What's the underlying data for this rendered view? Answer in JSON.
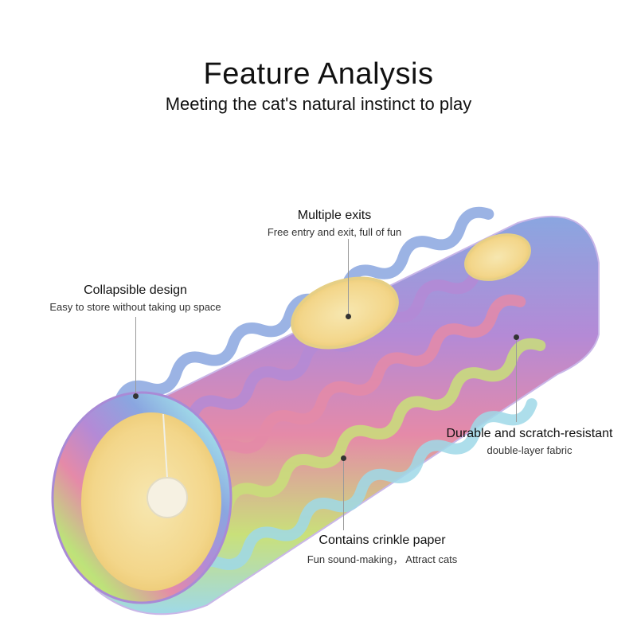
{
  "header": {
    "title": "Feature Analysis",
    "subtitle": "Meeting the cat's natural instinct to play"
  },
  "callouts": [
    {
      "title": "Multiple exits",
      "desc": "Free entry and exit, full of fun"
    },
    {
      "title": "Collapsible design",
      "desc": "Easy to store without taking up space"
    },
    {
      "title": "Durable and scratch-resistant",
      "desc": "double-layer fabric"
    },
    {
      "title": "Contains crinkle paper",
      "desc": "Fun sound-making， Attract cats"
    }
  ],
  "colors": {
    "background": "#ffffff",
    "text": "#111111",
    "leader_line": "#9a9a9a",
    "tunnel_stripes": [
      "#f6d96b",
      "#bde27a",
      "#9fd9e8",
      "#8aa6e0",
      "#b48ad6",
      "#e58aa8",
      "#f2b27a"
    ],
    "tunnel_lining": "#f3dc8a"
  }
}
